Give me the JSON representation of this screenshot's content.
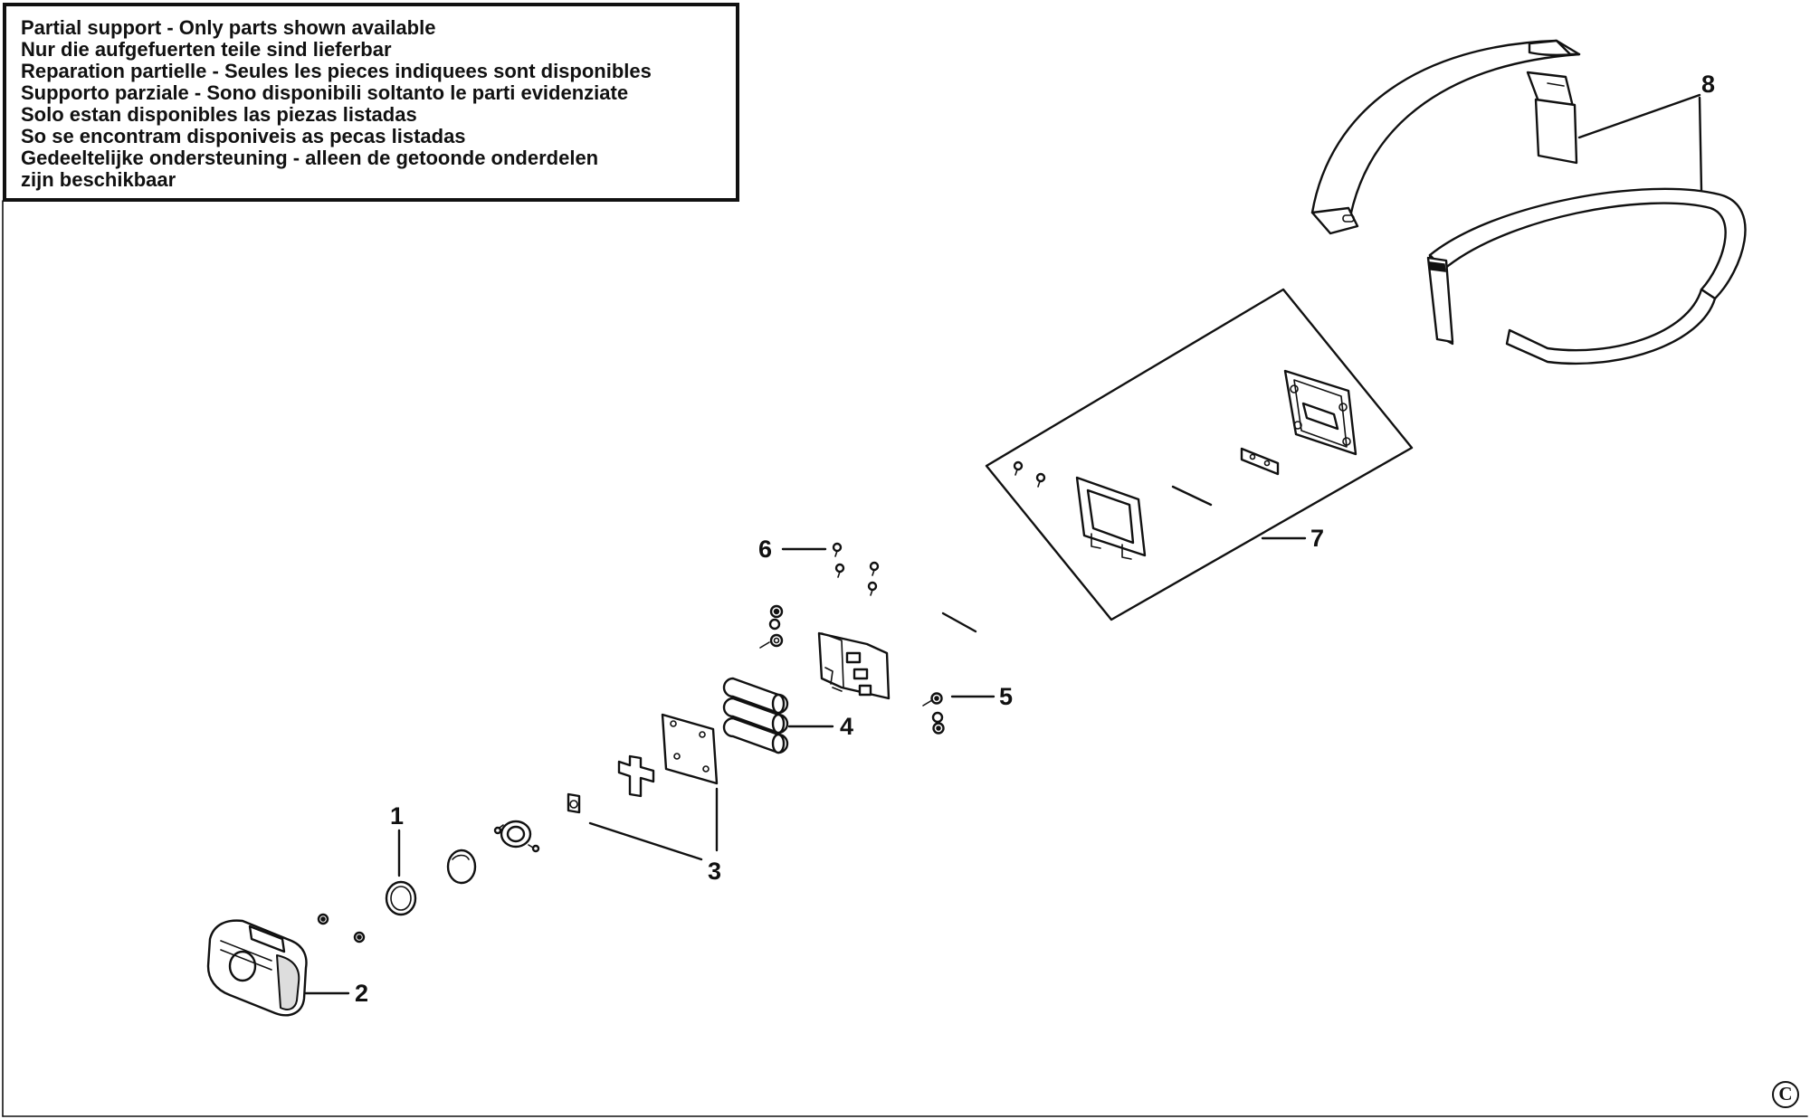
{
  "notice": {
    "lines": [
      "Partial support - Only parts shown available",
      "Nur die aufgefuerten teile sind lieferbar",
      "Reparation partielle - Seules les pieces indiquees sont disponibles",
      "Supporto parziale - Sono disponibili soltanto le parti evidenziate",
      "Solo estan disponibles las piezas listadas",
      "So se encontram disponiveis as pecas listadas",
      "Gedeeltelijke ondersteuning - alleen de getoonde onderdelen",
      "zijn beschikbaar"
    ]
  },
  "callouts": {
    "c1": "1",
    "c2": "2",
    "c3": "3",
    "c4": "4",
    "c5": "5",
    "c6": "6",
    "c7": "7",
    "c8": "8"
  },
  "copyright_symbol": "C",
  "colors": {
    "ink": "#111111",
    "paper": "#ffffff"
  }
}
